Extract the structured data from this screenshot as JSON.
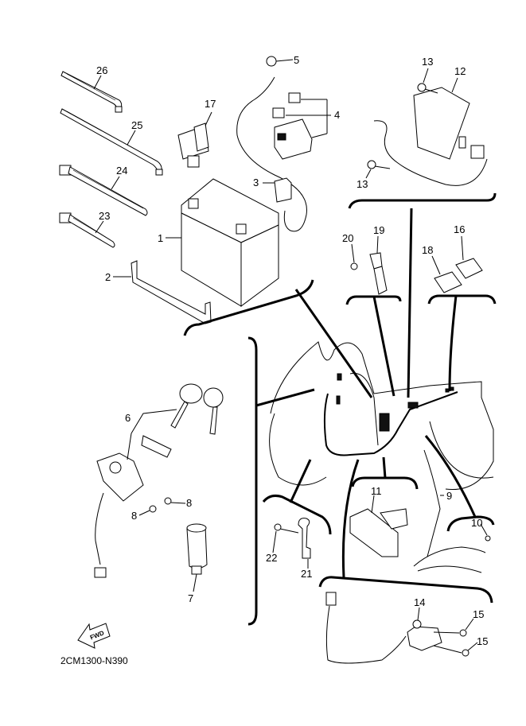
{
  "diagram": {
    "title_code": "2CM1300-N390",
    "fwd_label": "FWD",
    "callouts": [
      {
        "id": "1",
        "part": "battery"
      },
      {
        "id": "2",
        "part": "battery-band"
      },
      {
        "id": "3",
        "part": "battery-terminal-cover"
      },
      {
        "id": "4",
        "part": "starter-relay-covers"
      },
      {
        "id": "5",
        "part": "bolt"
      },
      {
        "id": "6",
        "part": "main-switch-key-set"
      },
      {
        "id": "7",
        "part": "lock-cylinder"
      },
      {
        "id": "8a",
        "label": "8",
        "part": "screw"
      },
      {
        "id": "8b",
        "label": "8",
        "part": "screw"
      },
      {
        "id": "9",
        "part": "wire-harness"
      },
      {
        "id": "10",
        "part": "ground-screw"
      },
      {
        "id": "11",
        "part": "bracket"
      },
      {
        "id": "12",
        "part": "control-unit"
      },
      {
        "id": "13a",
        "label": "13",
        "part": "screw"
      },
      {
        "id": "13b",
        "label": "13",
        "part": "screw"
      },
      {
        "id": "14",
        "part": "sensor"
      },
      {
        "id": "15a",
        "label": "15",
        "part": "bolt"
      },
      {
        "id": "15b",
        "label": "15",
        "part": "bolt"
      },
      {
        "id": "16",
        "part": "relay"
      },
      {
        "id": "17",
        "part": "relay"
      },
      {
        "id": "18",
        "part": "relay"
      },
      {
        "id": "19",
        "part": "clamp"
      },
      {
        "id": "20",
        "part": "screw"
      },
      {
        "id": "21",
        "part": "clamp"
      },
      {
        "id": "22",
        "part": "screw"
      },
      {
        "id": "23",
        "part": "cable-tie"
      },
      {
        "id": "24",
        "part": "cable-tie"
      },
      {
        "id": "25",
        "part": "cable-tie"
      },
      {
        "id": "26",
        "part": "cable-tie"
      }
    ],
    "labels": {
      "c1": "1",
      "c2": "2",
      "c3": "3",
      "c4": "4",
      "c5": "5",
      "c6": "6",
      "c7": "7",
      "c8a": "8",
      "c8b": "8",
      "c9": "9",
      "c10": "10",
      "c11": "11",
      "c12": "12",
      "c13a": "13",
      "c13b": "13",
      "c14": "14",
      "c15a": "15",
      "c15b": "15",
      "c16": "16",
      "c17": "17",
      "c18": "18",
      "c19": "19",
      "c20": "20",
      "c21": "21",
      "c22": "22",
      "c23": "23",
      "c24": "24",
      "c25": "25",
      "c26": "26"
    }
  }
}
